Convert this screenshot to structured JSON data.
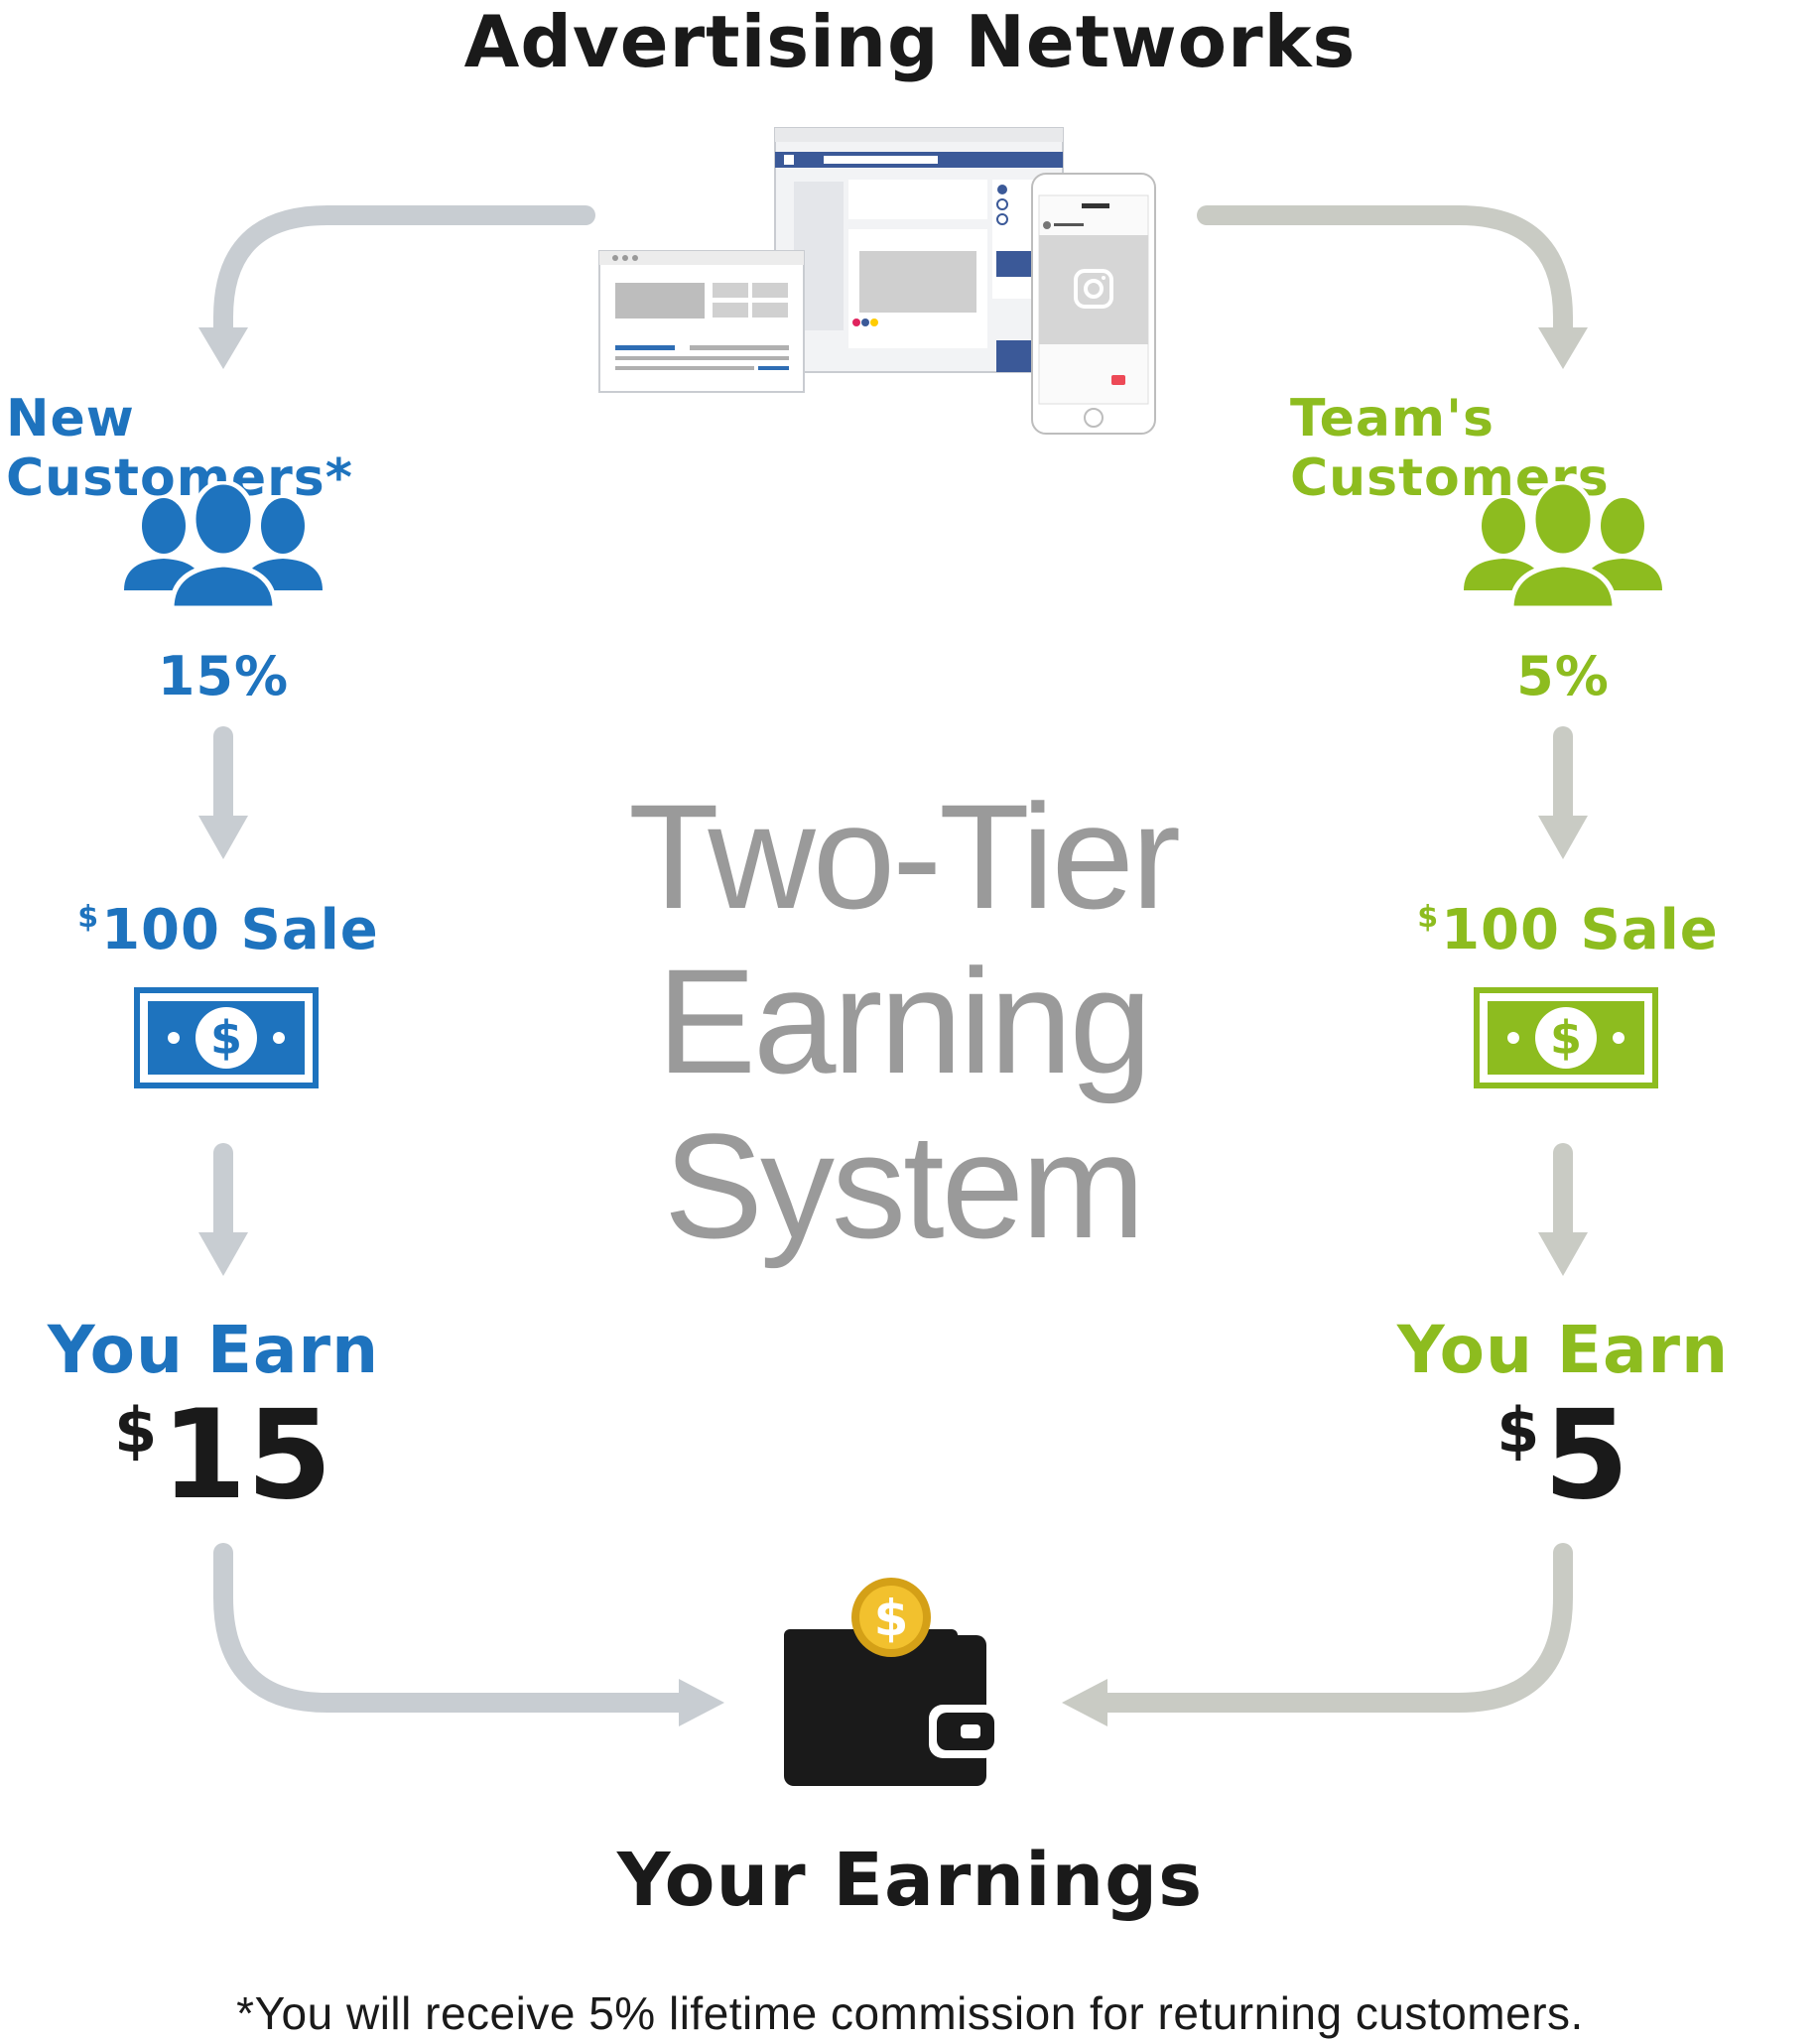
{
  "title": "Advertising Networks",
  "left": {
    "heading": "New Customers*",
    "percent": "15%",
    "sale_sup": "$",
    "sale": "100 Sale",
    "earn_label": "You Earn",
    "amount_sup": "$",
    "amount": "15",
    "color": "#1e73be"
  },
  "right": {
    "heading": "Team's Customers",
    "percent": "5%",
    "sale_sup": "$",
    "sale": "100 Sale",
    "earn_label": "You Earn",
    "amount_sup": "$",
    "amount": "5",
    "color": "#8dbc1f"
  },
  "center": {
    "line1": "Two-Tier",
    "line2": "Earning",
    "line3": "System"
  },
  "earnings_label": "Your Earnings",
  "footnote": "*You will receive 5% lifetime commission for returning customers.",
  "icons": [
    "browser-windows-icon",
    "smartphone-instagram-icon",
    "people-group-icon",
    "dollar-bill-icon",
    "wallet-icon",
    "gold-coin-icon"
  ]
}
